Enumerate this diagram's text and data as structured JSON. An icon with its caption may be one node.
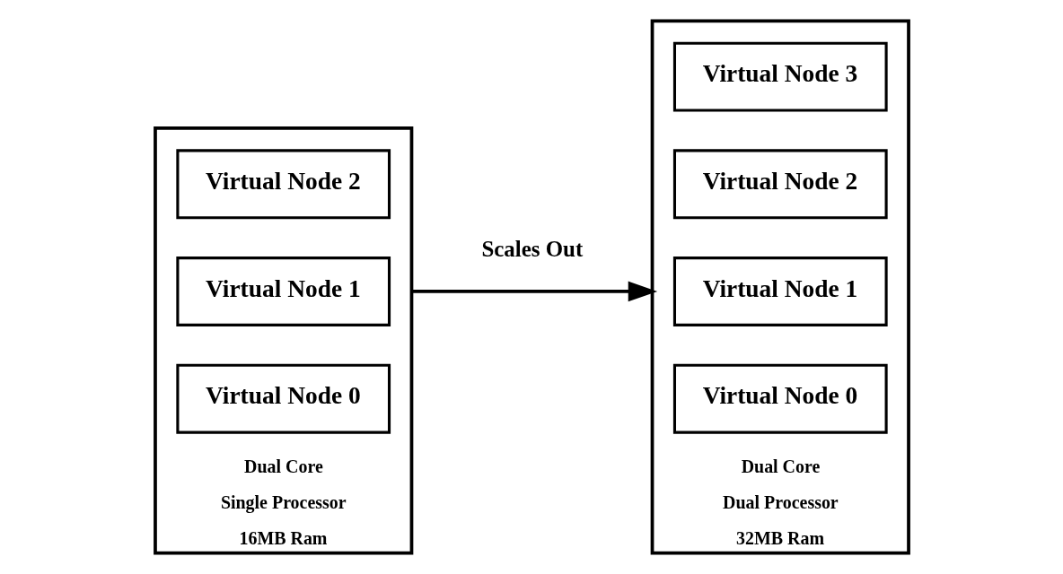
{
  "diagram": {
    "nodes": [
      {
        "text": [
          "Dual Core",
          "Single Processor",
          "16MB Ram"
        ]
      },
      {
        "text": [
          "Virtual Node 2"
        ],
        "in": 0
      },
      {
        "text": [
          "Virtual Node 1"
        ],
        "in": 0
      },
      {
        "text": [
          "Virtual Node 0"
        ],
        "in": 0
      },
      {
        "text": [
          "Dual Core",
          "Dual Processor",
          "32MB Ram"
        ]
      },
      {
        "text": [
          "Virtual Node 3"
        ],
        "in": 4
      },
      {
        "text": [
          "Virtual Node 2"
        ],
        "in": 4
      },
      {
        "text": [
          "Virtual Node 1"
        ],
        "in": 4
      },
      {
        "text": [
          "Virtual Node 0"
        ],
        "in": 4
      }
    ],
    "edges": [
      {
        "from": 0,
        "to": 4,
        "arrow": "to",
        "label": "Scales Out"
      }
    ]
  }
}
